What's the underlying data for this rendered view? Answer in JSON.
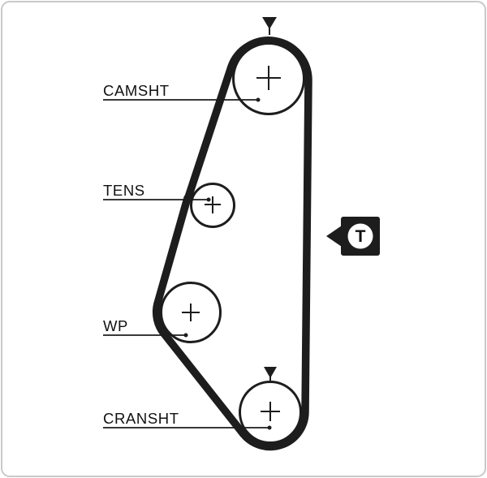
{
  "diagram": {
    "kind": "timing-belt-routing",
    "labels": {
      "camshaft": "CAMSHT",
      "tensioner": "TENS",
      "water_pump": "WP",
      "crankshaft": "CRANSHT"
    },
    "tension_marker": {
      "letter": "T"
    },
    "colors": {
      "belt": "#1d1d1d",
      "lines": "#1d1d1d",
      "background": "#ffffff",
      "border": "#c9c9c9"
    }
  }
}
